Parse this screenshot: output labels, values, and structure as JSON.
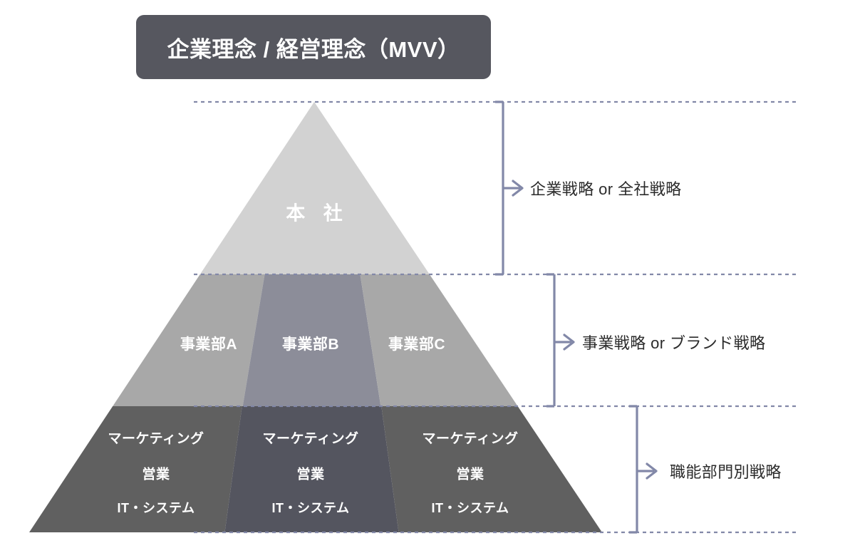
{
  "header": {
    "label": "企業理念 / 経営理念（MVV）",
    "bg_color": "#56575f",
    "text_color": "#ffffff"
  },
  "colors": {
    "tier_top": "#d2d2d2",
    "tier_middle_side": "#a8a8a8",
    "tier_middle_center": "#8c8d99",
    "tier_bottom_side": "#606060",
    "tier_bottom_center": "#54555f",
    "bracket": "#8288a8",
    "divider_dotted": "#8288a8",
    "annotation_text": "#2b2b2b",
    "background": "#ffffff"
  },
  "pyramid": {
    "tiers": [
      {
        "id": "corporate",
        "label": "本 社",
        "columns": [
          {
            "label": "本 社",
            "color": "#d2d2d2"
          }
        ]
      },
      {
        "id": "business-unit",
        "columns": [
          {
            "label": "事業部A",
            "color": "#a8a8a8"
          },
          {
            "label": "事業部B",
            "color": "#8c8d99"
          },
          {
            "label": "事業部C",
            "color": "#a8a8a8"
          }
        ]
      },
      {
        "id": "functional",
        "columns": [
          {
            "color": "#606060",
            "lines": [
              "マーケティング",
              "営業",
              "IT・システム"
            ]
          },
          {
            "color": "#54555f",
            "lines": [
              "マーケティング",
              "営業",
              "IT・システム"
            ]
          },
          {
            "color": "#606060",
            "lines": [
              "マーケティング",
              "営業",
              "IT・システム"
            ]
          }
        ]
      }
    ]
  },
  "annotations": [
    {
      "id": "corporate-strategy",
      "text": "企業戦略 or 全社戦略"
    },
    {
      "id": "business-strategy",
      "text": "事業戦略 or ブランド戦略"
    },
    {
      "id": "functional-strategy",
      "text": "職能部門別戦略"
    }
  ]
}
